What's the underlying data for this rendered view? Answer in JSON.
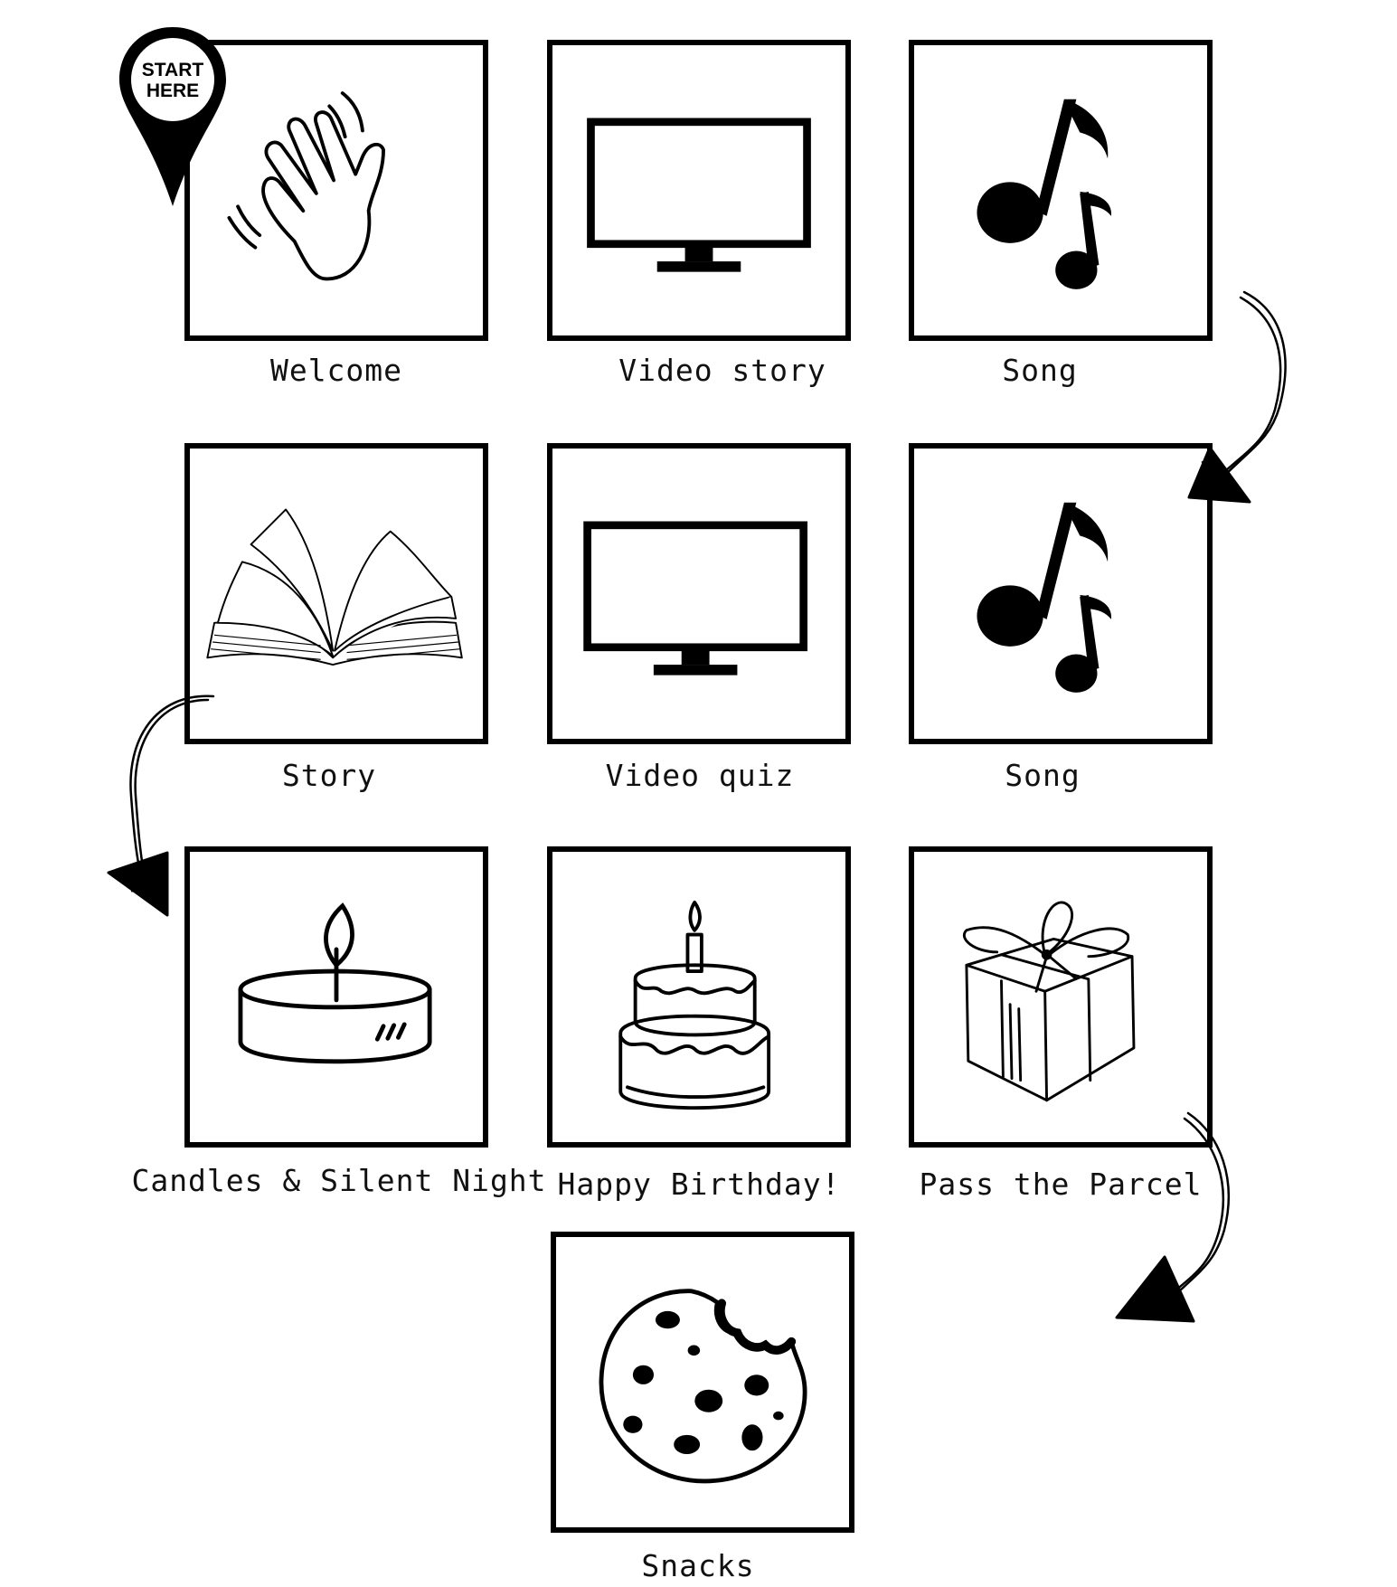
{
  "colors": {
    "ink": "#000000",
    "paper": "#ffffff"
  },
  "start_marker": {
    "line1": "START",
    "line2": "HERE",
    "icon": "map-pin-icon"
  },
  "steps": [
    {
      "label": "Welcome",
      "icon": "waving-hand-icon"
    },
    {
      "label": "Video story",
      "icon": "tv-icon"
    },
    {
      "label": "Song",
      "icon": "music-notes-icon"
    },
    {
      "label": "Story",
      "icon": "open-book-icon"
    },
    {
      "label": "Video quiz",
      "icon": "tv-icon"
    },
    {
      "label": "Song",
      "icon": "music-notes-icon"
    },
    {
      "label": "Candles & Silent Night",
      "icon": "candle-icon"
    },
    {
      "label": "Happy Birthday!",
      "icon": "birthday-cake-icon"
    },
    {
      "label": "Pass the Parcel",
      "icon": "gift-box-icon"
    },
    {
      "label": "Snacks",
      "icon": "cookie-icon"
    }
  ]
}
